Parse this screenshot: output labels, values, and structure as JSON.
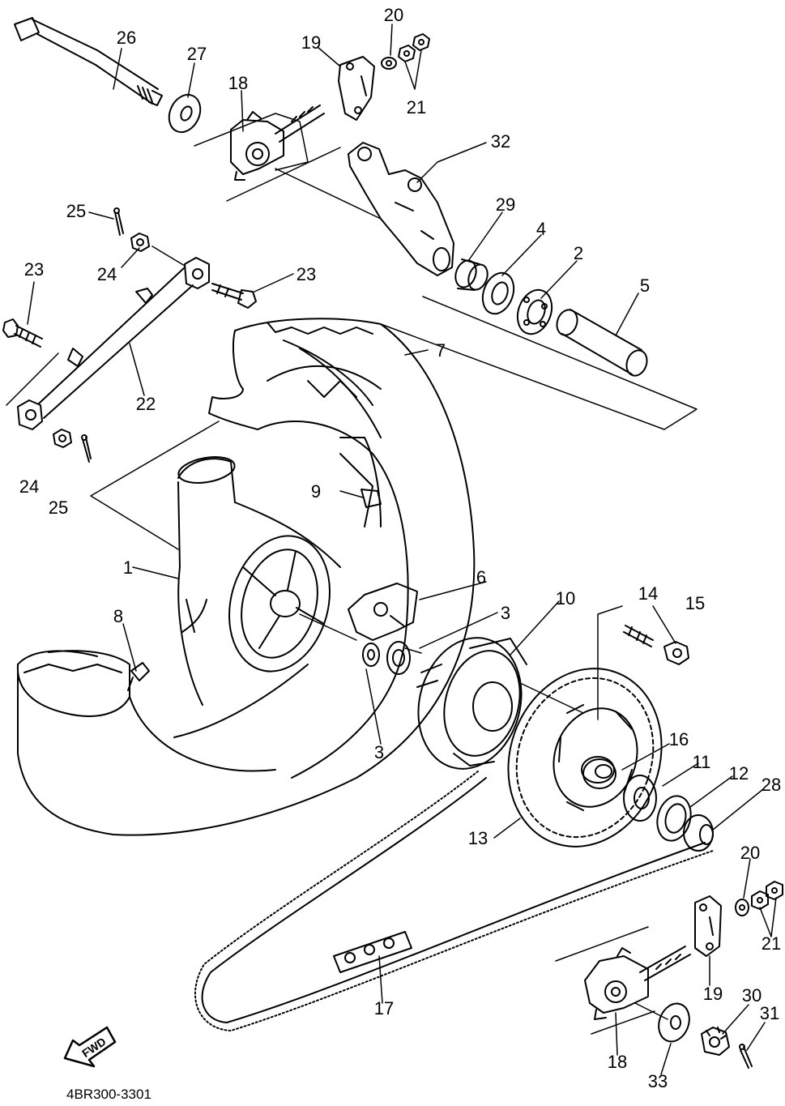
{
  "diagram": {
    "code": "4BR300-3301",
    "fwd_label": "FWD",
    "callouts": [
      {
        "id": "c1",
        "label": "1"
      },
      {
        "id": "c2",
        "label": "2"
      },
      {
        "id": "c3a",
        "label": "3"
      },
      {
        "id": "c3b",
        "label": "3"
      },
      {
        "id": "c4",
        "label": "4"
      },
      {
        "id": "c5",
        "label": "5"
      },
      {
        "id": "c6",
        "label": "6"
      },
      {
        "id": "c7",
        "label": "7"
      },
      {
        "id": "c8",
        "label": "8"
      },
      {
        "id": "c9",
        "label": "9"
      },
      {
        "id": "c10",
        "label": "10"
      },
      {
        "id": "c11",
        "label": "11"
      },
      {
        "id": "c12",
        "label": "12"
      },
      {
        "id": "c13",
        "label": "13"
      },
      {
        "id": "c14",
        "label": "14"
      },
      {
        "id": "c15",
        "label": "15"
      },
      {
        "id": "c16",
        "label": "16"
      },
      {
        "id": "c17",
        "label": "17"
      },
      {
        "id": "c18a",
        "label": "18"
      },
      {
        "id": "c18b",
        "label": "18"
      },
      {
        "id": "c19a",
        "label": "19"
      },
      {
        "id": "c19b",
        "label": "19"
      },
      {
        "id": "c20a",
        "label": "20"
      },
      {
        "id": "c20b",
        "label": "20"
      },
      {
        "id": "c21a",
        "label": "21"
      },
      {
        "id": "c21b",
        "label": "21"
      },
      {
        "id": "c22",
        "label": "22"
      },
      {
        "id": "c23a",
        "label": "23"
      },
      {
        "id": "c23b",
        "label": "23"
      },
      {
        "id": "c24a",
        "label": "24"
      },
      {
        "id": "c24b",
        "label": "24"
      },
      {
        "id": "c25a",
        "label": "25"
      },
      {
        "id": "c25b",
        "label": "25"
      },
      {
        "id": "c26",
        "label": "26"
      },
      {
        "id": "c27",
        "label": "27"
      },
      {
        "id": "c28",
        "label": "28"
      },
      {
        "id": "c29",
        "label": "29"
      },
      {
        "id": "c30",
        "label": "30"
      },
      {
        "id": "c31",
        "label": "31"
      },
      {
        "id": "c32",
        "label": "32"
      },
      {
        "id": "c33",
        "label": "33"
      }
    ]
  }
}
